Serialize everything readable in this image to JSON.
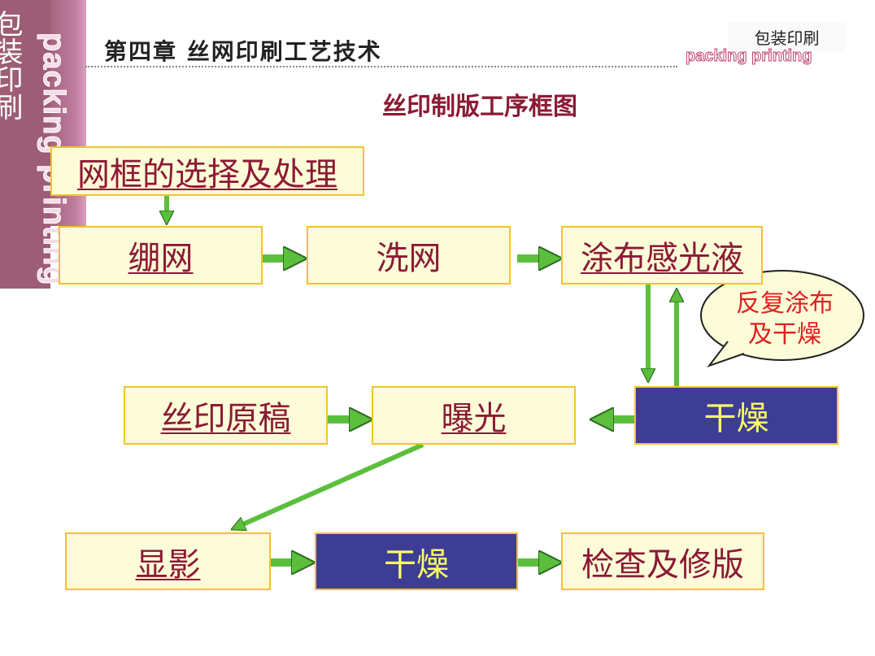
{
  "sidebar": {
    "title": "包装印刷",
    "subtitle": "packing printing"
  },
  "header": {
    "chapter": "第四章  丝网印刷工艺技术",
    "brand_cn": "包装印刷",
    "brand_en": "packing printing"
  },
  "diagram": {
    "title": "丝印制版工序框图",
    "steps": {
      "frame": "网框的选择及处理",
      "stretch": "绷网",
      "wash": "洗网",
      "coat": "涂布感光液",
      "dry1": "干燥",
      "original": "丝印原稿",
      "expose": "曝光",
      "develop": "显影",
      "dry2": "干燥",
      "inspect": "检查及修版"
    },
    "callout": [
      "反复涂布",
      "及干燥"
    ]
  },
  "colors": {
    "box_fill": "#fdfcd8",
    "box_border": "#f2c230",
    "dark_box": "#3d3d96",
    "text": "#8b1a35",
    "arrow": "#5cbf3c"
  }
}
